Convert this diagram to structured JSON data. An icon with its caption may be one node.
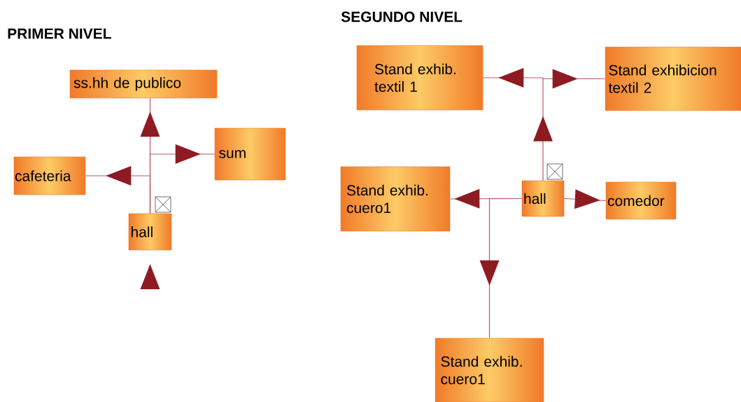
{
  "diagram": {
    "nodes": [
      {
        "text": [
          "ss.hh de publico"
        ]
      },
      {
        "text": [
          "sum"
        ]
      },
      {
        "text": [
          "cafeteria"
        ]
      },
      {
        "text": [
          "hall"
        ]
      },
      {
        "text": [
          "Stand exhib. textil 1"
        ]
      },
      {
        "text": [
          "Stand exhibicion textil 2"
        ]
      },
      {
        "text": [
          "Stand exhib. cuero1"
        ]
      },
      {
        "text": [
          "hall"
        ]
      },
      {
        "text": [
          "comedor"
        ]
      },
      {
        "text": [
          "Stand exhib. cuero1"
        ]
      }
    ],
    "edges": [
      {
        "from": 3,
        "to": 0,
        "arrow": "to"
      },
      {
        "from": 3,
        "to": 1,
        "arrow": "to"
      },
      {
        "from": 3,
        "to": 2,
        "arrow": "to"
      },
      {
        "from": null,
        "to": 3,
        "arrow": "to"
      },
      {
        "from": 7,
        "to": 4,
        "arrow": "to"
      },
      {
        "from": 7,
        "to": 5,
        "arrow": "to"
      },
      {
        "from": 7,
        "to": 6,
        "arrow": "to"
      },
      {
        "from": 7,
        "to": 9,
        "arrow": "to"
      },
      {
        "from": 7,
        "to": 8,
        "arrow": "to"
      }
    ],
    "labels": [
      "PRIMER NIVEL",
      "SEGUNDO NIVEL"
    ]
  }
}
